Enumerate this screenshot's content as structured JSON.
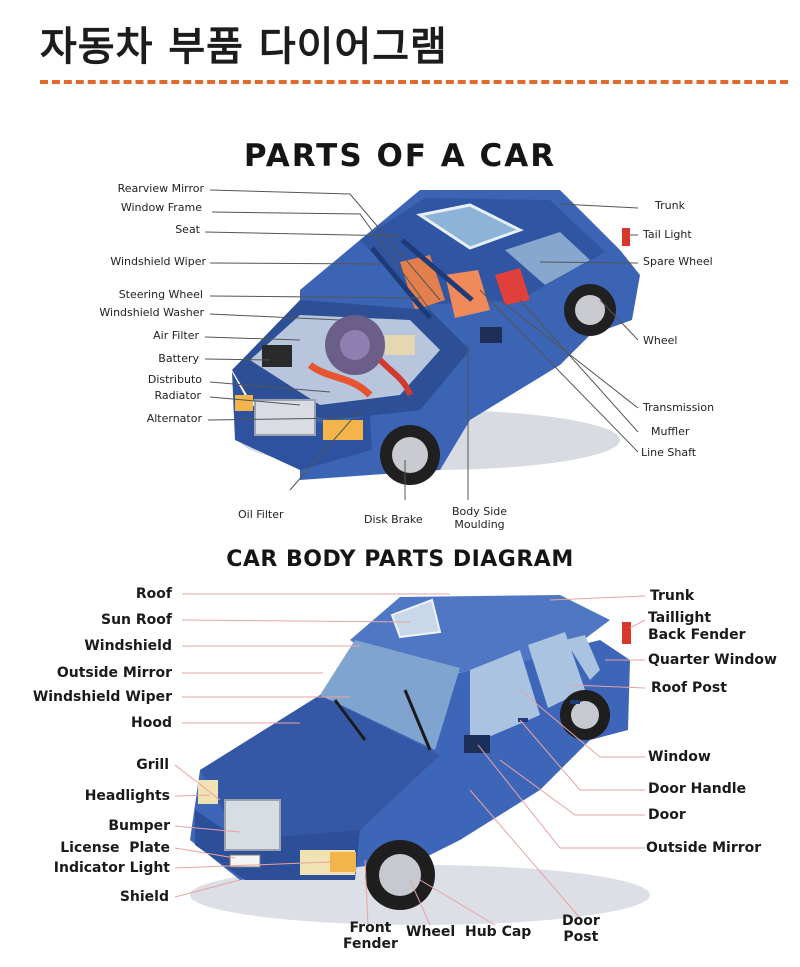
{
  "header": {
    "title": "자동차 부품 다이어그램"
  },
  "diagram1": {
    "title": "PARTS OF A CAR",
    "left_labels": [
      "Rearview Mirror",
      "Window Frame",
      "Seat",
      "Windshield Wiper",
      "Steering Wheel",
      "Windshield Washer",
      "Air Filter",
      "Battery",
      "Distributo",
      "Radiator",
      "Alternator"
    ],
    "right_labels": [
      "Trunk",
      "Tail Light",
      "Spare Wheel",
      "Wheel",
      "Transmission",
      "Muffler",
      "Line Shaft"
    ],
    "bottom_labels": [
      "Oil Filter",
      "Disk Brake",
      "Body Side\nMoulding"
    ]
  },
  "diagram2": {
    "title": "CAR BODY PARTS DIAGRAM",
    "left_labels": [
      "Roof",
      "Sun Roof",
      "Windshield",
      "Outside Mirror",
      "Windshield Wiper",
      "Hood",
      "Grill",
      "Headlights",
      "Bumper",
      "License  Plate",
      "Indicator Light",
      "Shield"
    ],
    "right_labels": [
      "Trunk",
      "Taillight",
      "Back Fender",
      "Quarter Window",
      "Roof Post",
      "Window",
      "Door Handle",
      "Door",
      "Outside Mirror"
    ],
    "bottom_labels": [
      "Front\nFender",
      "Wheel",
      "Hub Cap",
      "Door\nPost"
    ]
  },
  "colors": {
    "accent_rule": "#e2692c",
    "car_body": "#3b63b3",
    "car_dark": "#213d7a",
    "leader_line_1": "#555555",
    "leader_line_2": "#e8a3a3"
  }
}
